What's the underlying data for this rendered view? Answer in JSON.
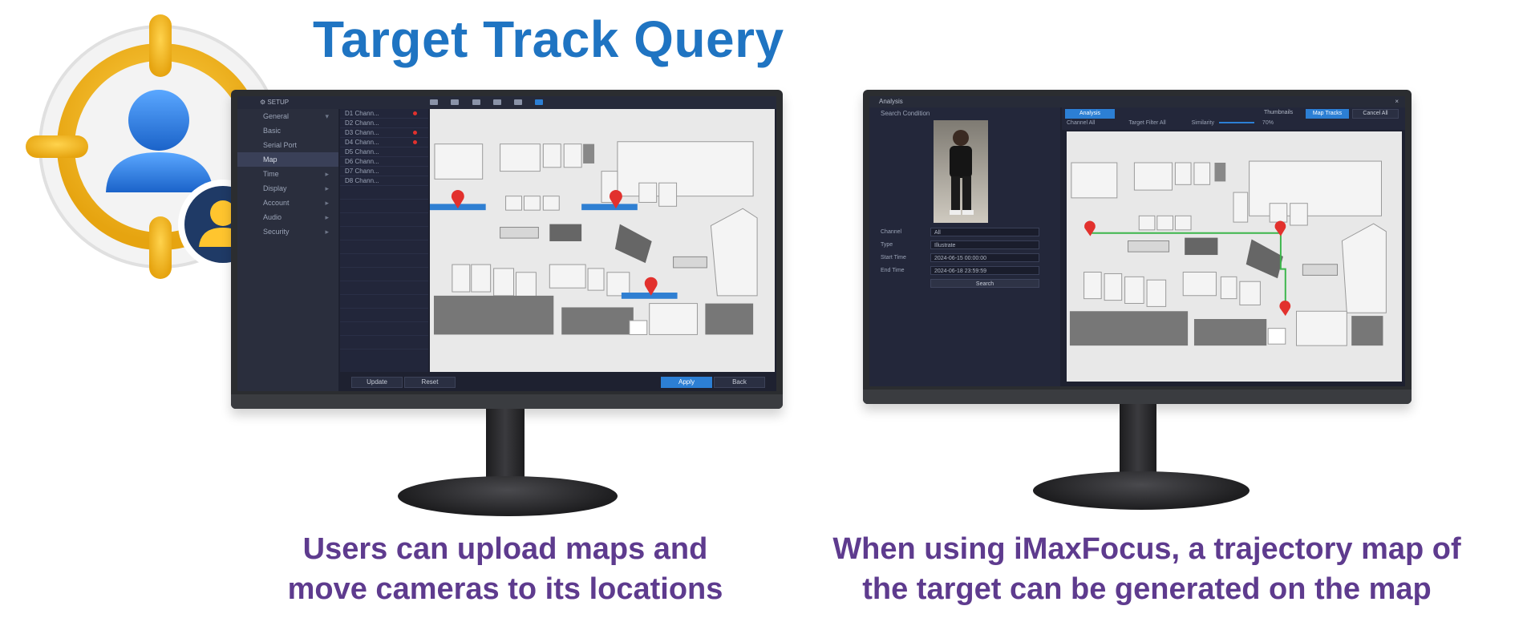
{
  "title": "Target Track Query",
  "captions": {
    "left": [
      "Users can upload maps and",
      "move cameras to its locations"
    ],
    "right": [
      "When using iMaxFocus, a trajectory map of",
      "the target can be generated on the map"
    ]
  },
  "left_screen": {
    "top_label": "SETUP",
    "menu": [
      {
        "label": "General",
        "arrow": "▾"
      },
      {
        "label": "Basic",
        "arrow": ""
      },
      {
        "label": "Serial Port",
        "arrow": ""
      },
      {
        "label": "Map",
        "arrow": ""
      },
      {
        "label": "Time",
        "arrow": "▸"
      },
      {
        "label": "Display",
        "arrow": "▸"
      },
      {
        "label": "Account",
        "arrow": "▸"
      },
      {
        "label": "Audio",
        "arrow": "▸"
      },
      {
        "label": "Security",
        "arrow": "▸"
      }
    ],
    "cameras": [
      "D1 Chann...",
      "D2 Chann...",
      "D3 Chann...",
      "D4 Chann...",
      "D5 Chann...",
      "D6 Chann...",
      "D7 Chann...",
      "D8 Chann..."
    ],
    "buttons": {
      "update": "Update",
      "reset": "Reset",
      "apply": "Apply",
      "back": "Back"
    }
  },
  "right_screen": {
    "top_label": "Analysis",
    "panel_title": "Search Condition",
    "fields": [
      {
        "label": "Channel",
        "value": "All"
      },
      {
        "label": "Type",
        "value": "Illustrate"
      },
      {
        "label": "Start Time",
        "value": "2024-06-15  00:00:00"
      },
      {
        "label": "End Time",
        "value": "2024-06-18  23:59:59"
      }
    ],
    "search_label": "Search",
    "tabs": {
      "active": "Analysis",
      "thumbnails": "Thumbnails",
      "map_tracks": "Map Tracks",
      "cancel": "Cancel All"
    },
    "filters": [
      "Channel  All",
      "Target Filter  All",
      "Similarity",
      "70%"
    ]
  },
  "colors": {
    "title": "#1f74c2",
    "caption": "#5e3b8e",
    "accent": "#2c7fd4",
    "pin": "#e2312d",
    "track": "#3bb54a"
  }
}
